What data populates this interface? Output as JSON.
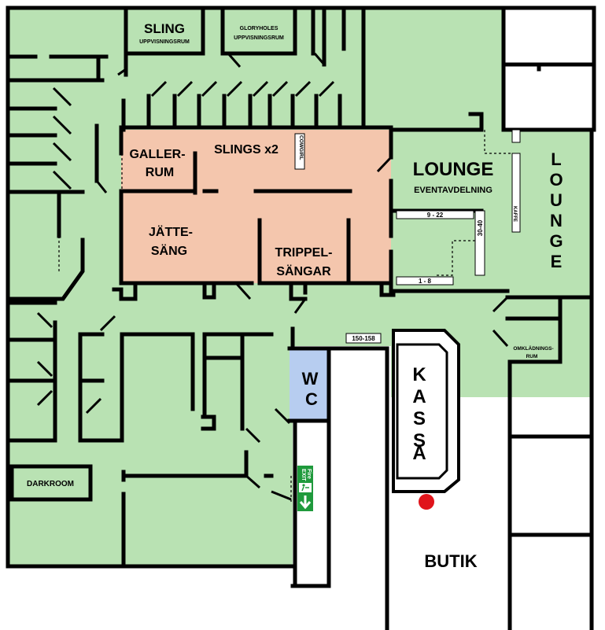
{
  "rooms": {
    "sling": "SLING",
    "sling_sub": "UPPVISNINGSRUM",
    "gloryholes": "GLORYHOLES",
    "gloryholes_sub": "UPPVISNINGSRUM",
    "galler_1": "GALLER-",
    "galler_2": "RUM",
    "slings_x2": "SLINGS x2",
    "cowgirl": "COWGIRL",
    "lounge_main": "LOUNGE",
    "eventavdelning": "EVENTAVDELNING",
    "lounge_vertical": [
      "L",
      "O",
      "U",
      "N",
      "G",
      "E"
    ],
    "kaffe": "KAFFE",
    "jatte_1": "JÄTTE-",
    "jatte_2": "SÄNG",
    "trippel_1": "TRIPPEL-",
    "trippel_2": "SÄNGAR",
    "omkladning_1": "OMKLÄDNINGS-",
    "omkladning_2": "RUM",
    "wc_1": "W",
    "wc_2": "C",
    "kassa": [
      "K",
      "A",
      "S",
      "S",
      "A"
    ],
    "darkroom": "DARKROOM",
    "butik": "BUTIK"
  },
  "lockers": {
    "range_9_22": "9 - 22",
    "range_30_40": "30-40",
    "range_1_8": "1 - 8",
    "range_150_158": "150-158"
  },
  "fire_exit": {
    "line1": "Fire",
    "line2": "EXIT"
  },
  "colors": {
    "play_area": "#b9e2b3",
    "bed_rooms": "#f4c6ad",
    "wc": "#b7cdf0",
    "exit_sign": "#1f9a3c",
    "marker": "#e0141b"
  }
}
